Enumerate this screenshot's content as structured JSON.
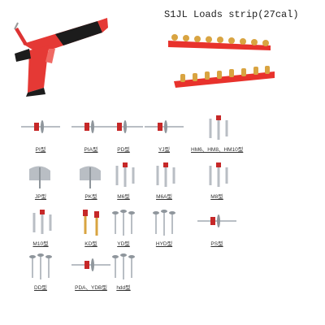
{
  "header": {
    "title": "S1JL Loads strip(27cal)"
  },
  "colors": {
    "tool_red": "#e53935",
    "tool_black": "#1c1c1c",
    "strip_red": "#e8322c",
    "brass": "#d9a441",
    "steel": "#b9bec4",
    "washer_red": "#c62828"
  },
  "products": [
    {
      "label": "PI型",
      "icon": "pin-with-washer-icon"
    },
    {
      "label": "PIA型",
      "icon": "pin-with-washer-icon"
    },
    {
      "label": "PD型",
      "icon": "pin-with-washer-icon"
    },
    {
      "label": "YJ型",
      "icon": "pin-with-washer-icon"
    },
    {
      "label": "HM6、HM8、HM10型",
      "icon": "threaded-stud-icon"
    },
    {
      "label": "JP型",
      "icon": "clip-pin-icon"
    },
    {
      "label": "PK型",
      "icon": "clip-pin-icon"
    },
    {
      "label": "M6型",
      "icon": "threaded-stud-icon"
    },
    {
      "label": "M6A型",
      "icon": "threaded-stud-icon"
    },
    {
      "label": "M8型",
      "icon": "threaded-stud-icon"
    },
    {
      "label": "M10型",
      "icon": "threaded-stud-icon"
    },
    {
      "label": "KD型",
      "icon": "knurled-pin-icon"
    },
    {
      "label": "YD型",
      "icon": "drive-pin-icon"
    },
    {
      "label": "HYD型",
      "icon": "drive-pin-icon"
    },
    {
      "label": "PS型",
      "icon": "pin-with-washer-icon"
    },
    {
      "label": "DD型",
      "icon": "drive-pin-icon"
    },
    {
      "label": "PDA、YDB型",
      "icon": "pin-with-washer-icon"
    },
    {
      "label": "hdd型",
      "icon": "drive-pin-icon"
    }
  ]
}
